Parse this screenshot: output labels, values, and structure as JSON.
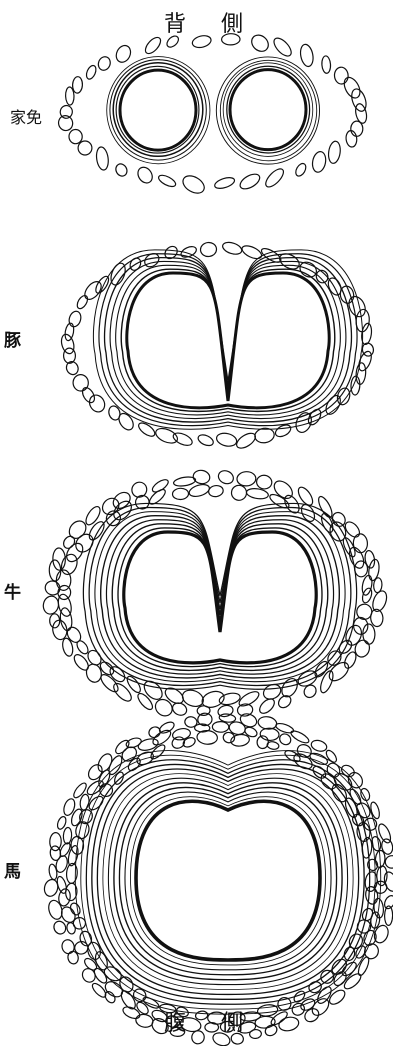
{
  "header": {
    "top": "背 側",
    "corner": ""
  },
  "footer": {
    "bottom": "腹 側"
  },
  "sections": [
    {
      "id": "rabbit",
      "label": "家免"
    },
    {
      "id": "pig",
      "label": "豚"
    },
    {
      "id": "cow",
      "label": "牛"
    },
    {
      "id": "horse",
      "label": "馬"
    }
  ]
}
